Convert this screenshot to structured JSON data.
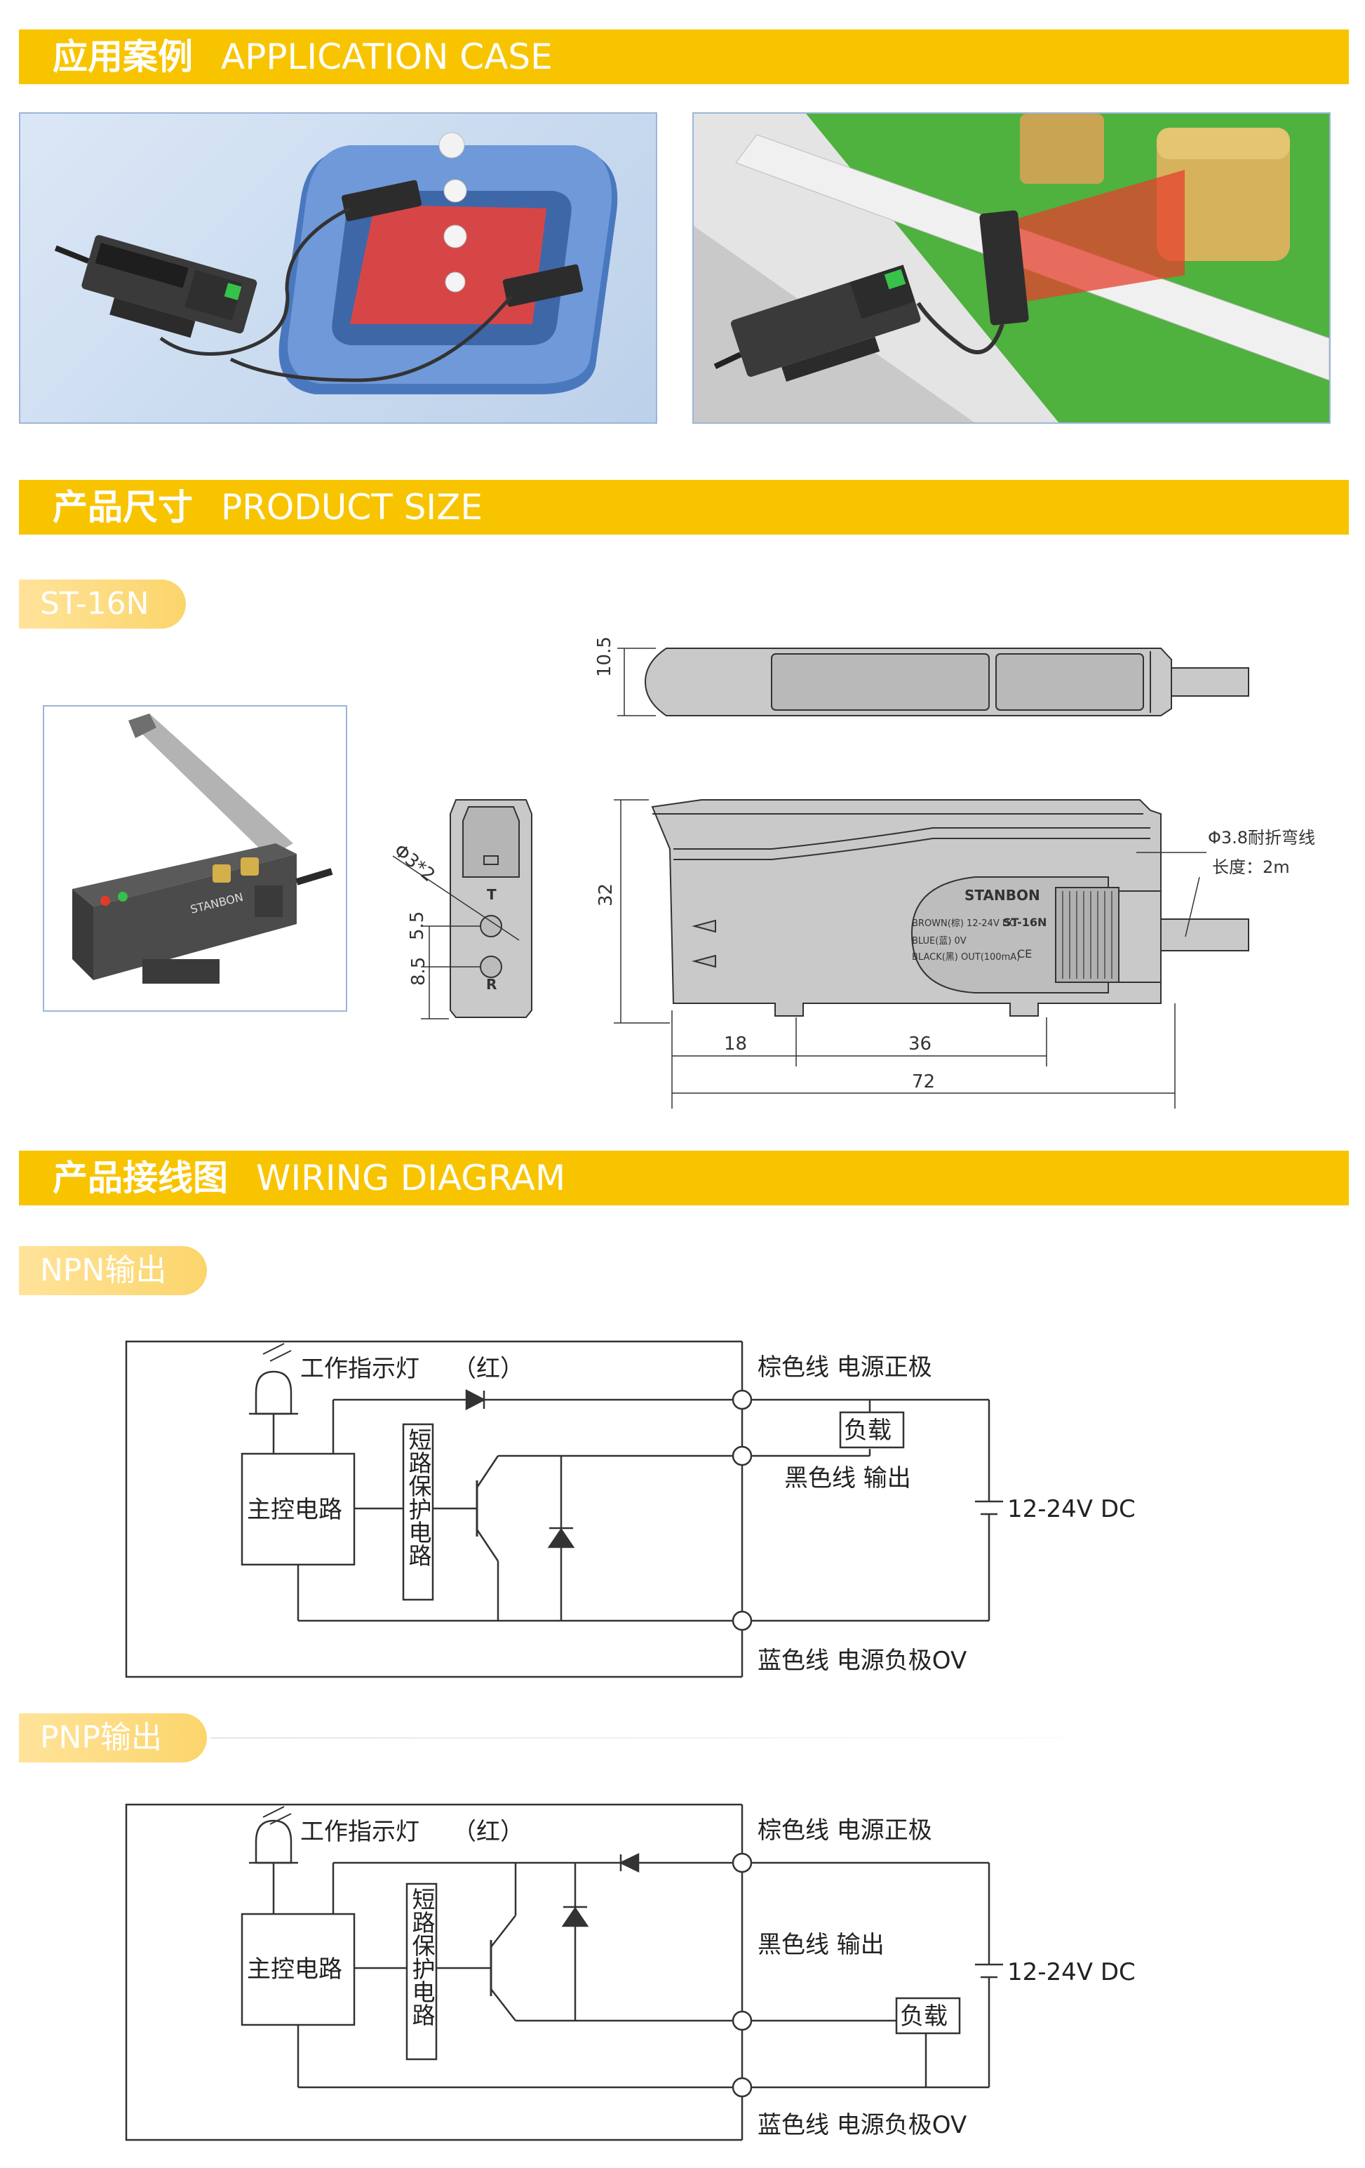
{
  "sections": {
    "application": {
      "cn": "应用案例",
      "en": "APPLICATION CASE"
    },
    "size": {
      "cn": "产品尺寸",
      "en": "PRODUCT SIZE"
    },
    "wiring": {
      "cn": "产品接线图",
      "en": "WIRING DIAGRAM"
    }
  },
  "model": "ST-16N",
  "product": {
    "brand": "STANBON",
    "model_label": "ST-16N",
    "ce": "CE",
    "spec_lines": [
      "BROWN(棕) 12-24V DC",
      "BLUE(蓝) 0V",
      "BLACK(黑) OUT(100mA)"
    ]
  },
  "dimensions": {
    "height_top": "10.5",
    "height_side": "32",
    "hole": "Φ3*2",
    "gap_a": "5.5",
    "gap_b": "8.5",
    "len_a": "18",
    "len_b": "36",
    "len_total": "72",
    "btn_t": "T",
    "btn_r": "R",
    "cable_line1": "Φ3.8耐折弯线",
    "cable_line2": "长度：2m"
  },
  "npn": {
    "title": "NPN输出",
    "indicator": "工作指示灯",
    "red": "（红）",
    "main_circuit": "主控电路",
    "short_circuit": "短路保护电路",
    "brown": "棕色线  电源正极",
    "black": "黑色线  输出",
    "blue": "蓝色线  电源负极OV",
    "load": "负载",
    "dc": "12-24V DC"
  },
  "pnp": {
    "title": "PNP输出",
    "indicator": "工作指示灯",
    "red": "（红）",
    "main_circuit": "主控电路",
    "short_circuit": "短路保护电路",
    "brown": "棕色线  电源正极",
    "black": "黑色线  输出",
    "blue": "蓝色线  电源负极OV",
    "load": "负载",
    "dc": "12-24V DC"
  }
}
